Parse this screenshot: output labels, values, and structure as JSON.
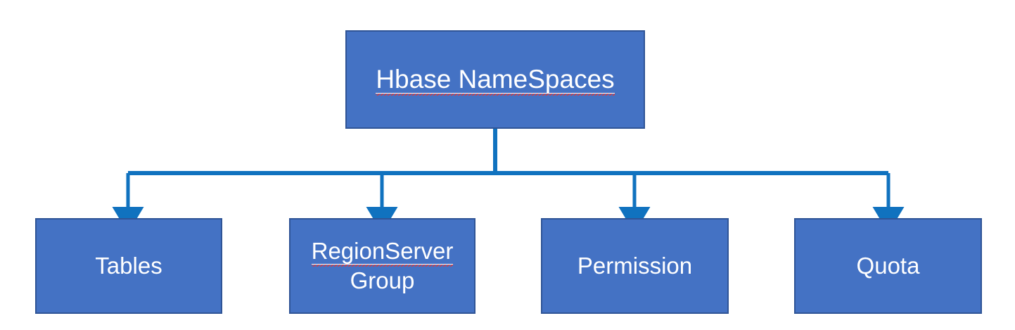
{
  "diagram": {
    "type": "hierarchy-tree",
    "title": "Hbase NameSpaces hierarchy",
    "colors": {
      "node_fill": "#4472C4",
      "node_border": "#2F5496",
      "node_text": "#FFFFFF",
      "connector": "#1072BF",
      "spellcheck_underline": "#E03A3A",
      "background": "#FFFFFF"
    },
    "root": {
      "id": "hbase-namespaces",
      "label": "Hbase NameSpaces",
      "spellcheck_flagged": "Hbase NameSpaces"
    },
    "children": [
      {
        "id": "tables",
        "label": "Tables",
        "line1": "Tables",
        "line2": "",
        "spellcheck_flagged": ""
      },
      {
        "id": "regionserver-group",
        "label": "RegionServer Group",
        "line1": "RegionServer",
        "line2": "Group",
        "spellcheck_flagged": "RegionServer"
      },
      {
        "id": "permission",
        "label": "Permission",
        "line1": "Permission",
        "line2": "",
        "spellcheck_flagged": ""
      },
      {
        "id": "quota",
        "label": "Quota",
        "line1": "Quota",
        "line2": "",
        "spellcheck_flagged": ""
      }
    ]
  }
}
